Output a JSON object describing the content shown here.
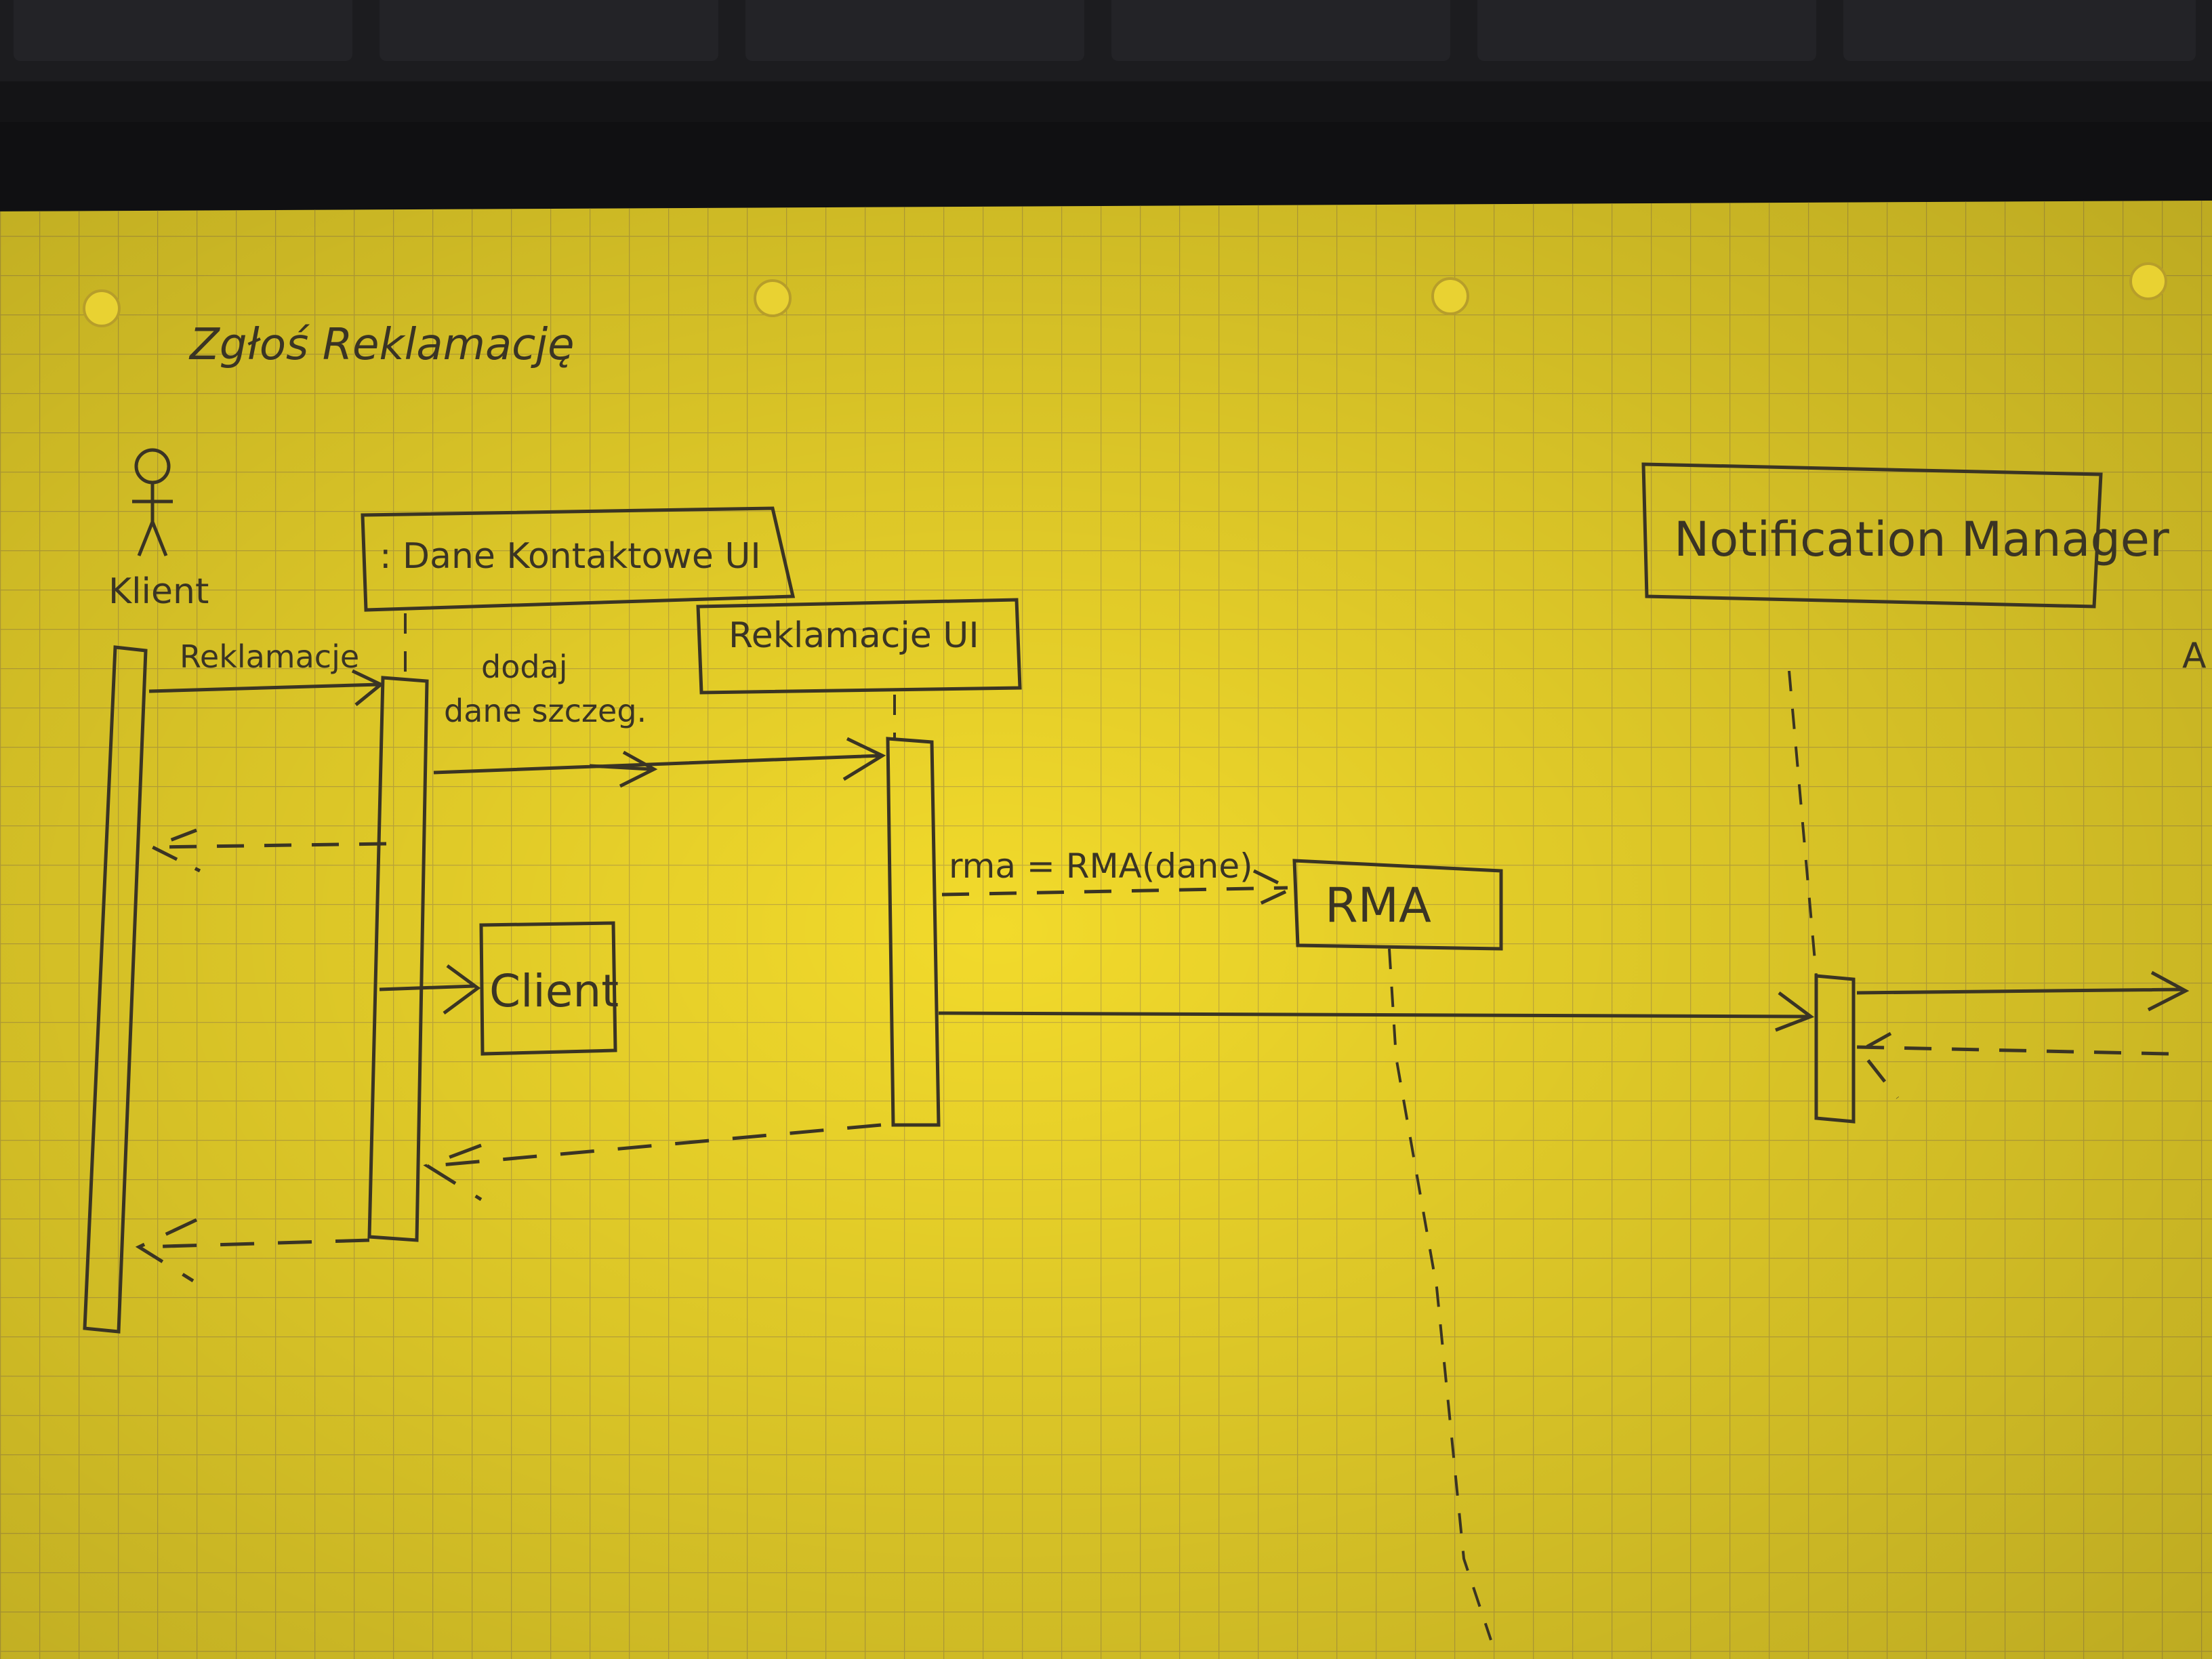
{
  "title": "Zgłoś Reklamację",
  "actor": {
    "label": "Klient"
  },
  "lifelines": {
    "dane_ui": ": Dane Kontaktowe UI",
    "reklamacje_ui": "Reklamacje UI",
    "notification_manager": "Notification Manager",
    "rma": "RMA",
    "client": "Client"
  },
  "messages": {
    "m1": "Reklamacje",
    "m2_line1": "dodaj",
    "m2_line2": "dane szczeg.",
    "m3": "rma = RMA(dane)"
  },
  "edge_fragment": "A",
  "colors": {
    "paper": "#f2db2c",
    "grid": "#c9b23a",
    "ink": "#3a3424",
    "keyboard": "#18181a"
  }
}
